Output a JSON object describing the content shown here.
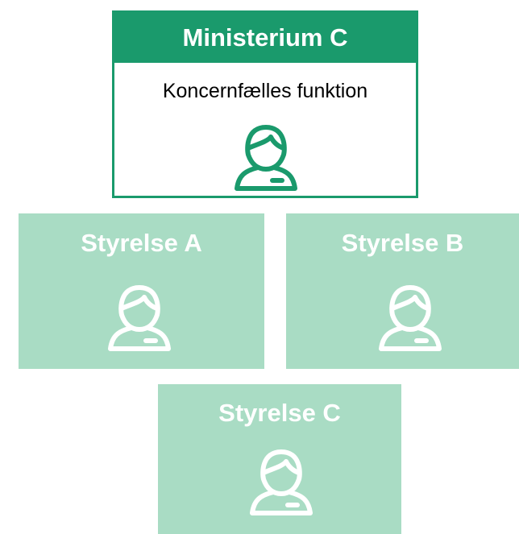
{
  "colors": {
    "ministry_accent": "#1a9a6c",
    "agency_fill": "#a9dcc4",
    "agency_icon": "#ffffff"
  },
  "ministry": {
    "title": "Ministerium C",
    "subtitle": "Koncernfælles funktion",
    "icon": "person-icon"
  },
  "agencies": [
    {
      "title": "Styrelse A",
      "icon": "person-icon"
    },
    {
      "title": "Styrelse B",
      "icon": "person-icon"
    },
    {
      "title": "Styrelse C",
      "icon": "person-icon"
    }
  ]
}
